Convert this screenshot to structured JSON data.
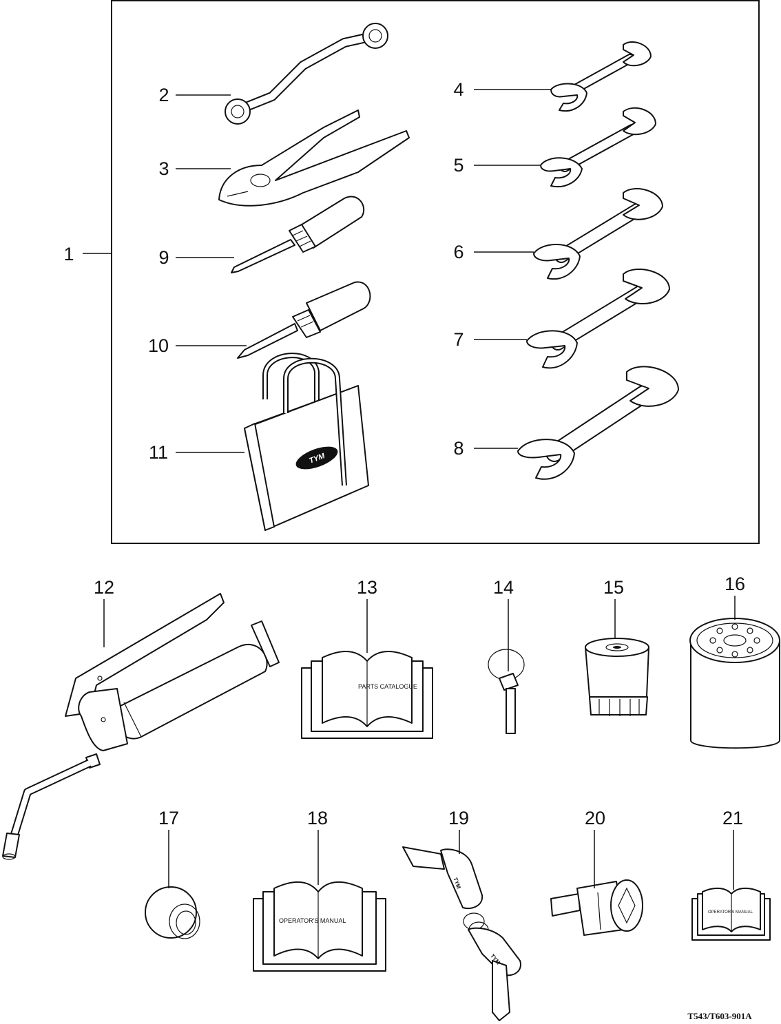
{
  "callouts": {
    "c1": "1",
    "c2": "2",
    "c3": "3",
    "c4": "4",
    "c5": "5",
    "c6": "6",
    "c7": "7",
    "c8": "8",
    "c9": "9",
    "c10": "10",
    "c11": "11",
    "c12": "12",
    "c13": "13",
    "c14": "14",
    "c15": "15",
    "c16": "16",
    "c17": "17",
    "c18": "18",
    "c19": "19",
    "c20": "20",
    "c21": "21"
  },
  "book_labels": {
    "parts_catalogue": "PARTS CATALOGUE",
    "operators_manual": "OPERATOR'S MANUAL",
    "small_book": "OPERATOR'S MANUAL"
  },
  "logos": {
    "bag": "TYM",
    "key_upper": "TYM",
    "key_lower": "TYM"
  },
  "figure_code": "T543/T603-901A"
}
